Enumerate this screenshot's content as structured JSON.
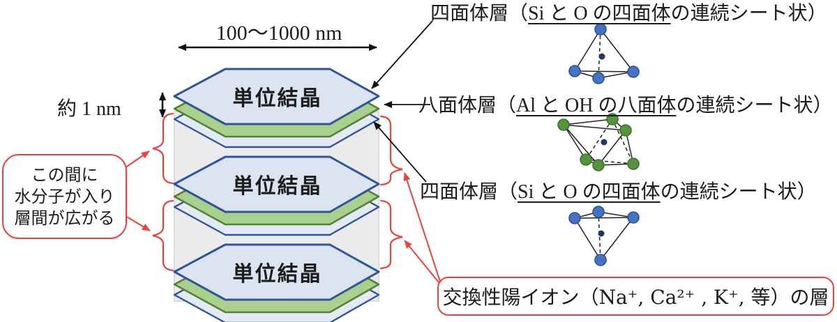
{
  "dimension": {
    "width_label": "100〜1000 nm",
    "thickness_label": "約 1 nm"
  },
  "unit_crystal": {
    "label": "単位結晶"
  },
  "bubble": {
    "lines": [
      "この間に",
      "水分子が入り",
      "層間が広がる"
    ]
  },
  "labels": {
    "tetrahedral_top": {
      "pre": "四面体層（",
      "underlined": "Si と O の四面体",
      "post": "の連続シート状）"
    },
    "octahedral": {
      "pre": "八面体層（",
      "underlined": "Al と OH の八面体",
      "post": "の連続シート状）"
    },
    "tetrahedral_bottom": {
      "pre": "四面体層（",
      "underlined": "Si と O の四面体",
      "post": "の連続シート状）"
    },
    "cation_layer": {
      "text": "交換性陽イオン（Na⁺, Ca²⁺ , K⁺, 等）の層"
    }
  },
  "colors": {
    "red": "#e8423c",
    "blue_fill": "#dce4f2",
    "blue_border": "#2f5597",
    "green_fill": "#a9d18d",
    "green_border": "#548235",
    "thin_blue_fill": "#e3eaf6",
    "gray_fill": "#ebebee",
    "circle_blue": "#4472c4",
    "circle_green": "#55933c",
    "dot_navy": "#1f3864"
  }
}
